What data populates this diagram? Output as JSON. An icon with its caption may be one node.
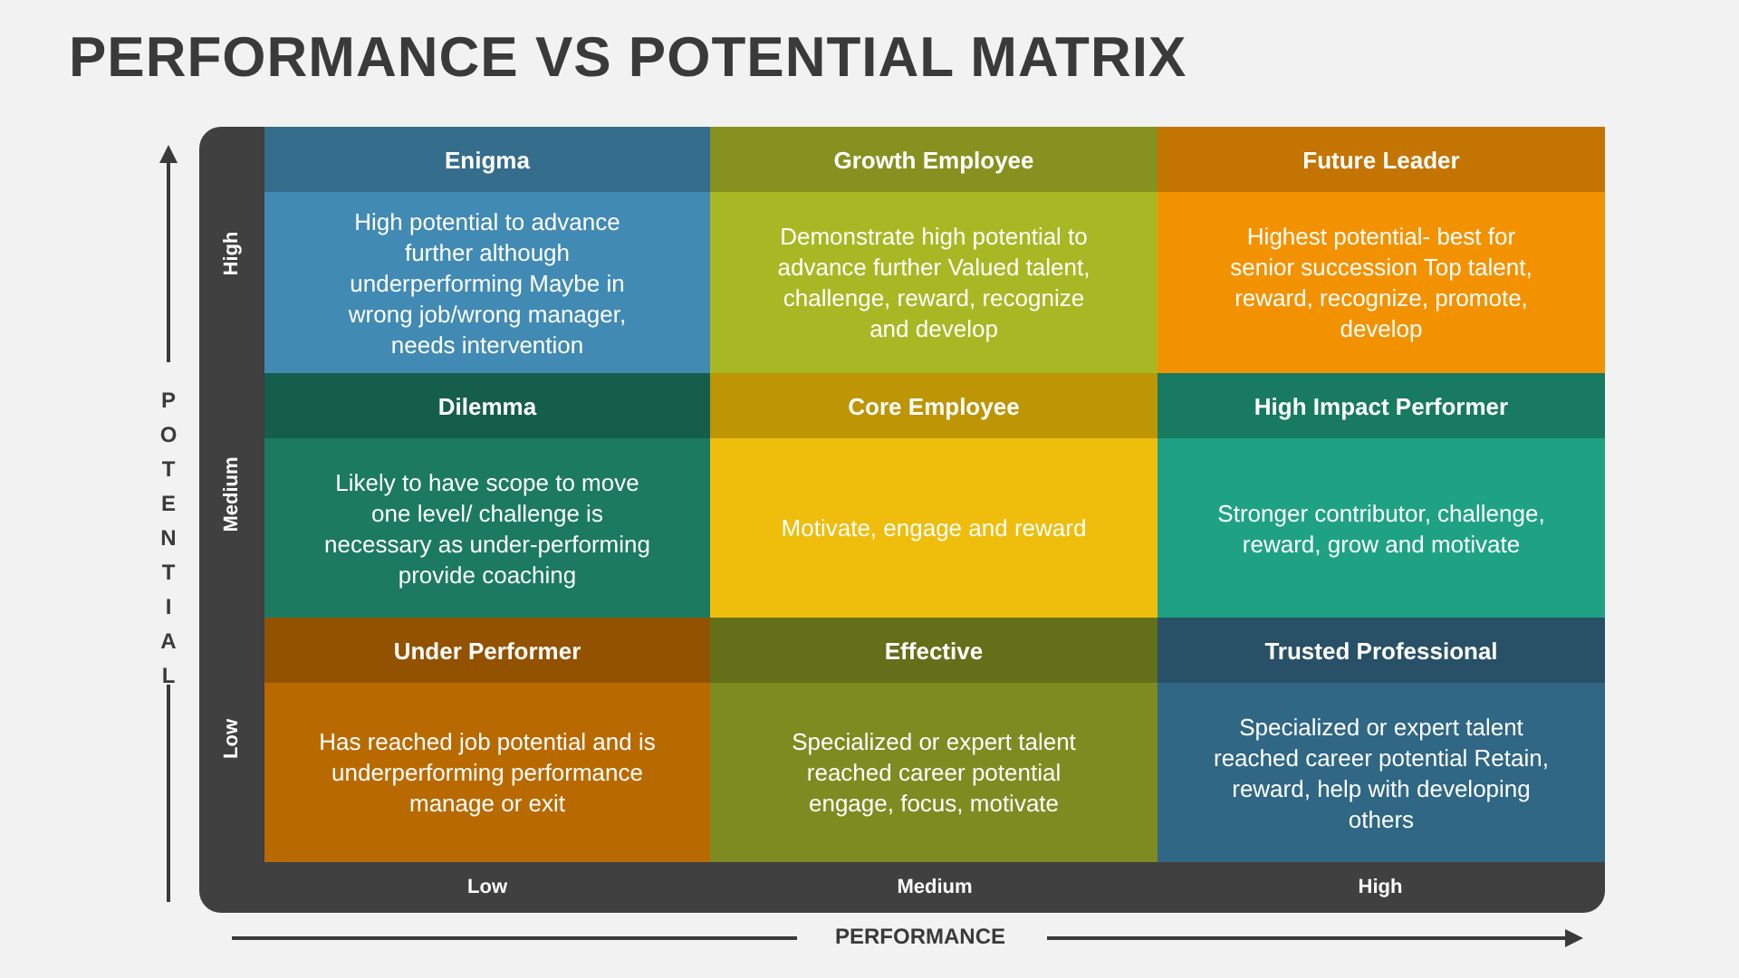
{
  "diagram": {
    "title": "PERFORMANCE VS POTENTIAL MATRIX",
    "nodes": [
      {
        "text": [
          "Enigma",
          "High potential to advance further although underperforming Maybe in wrong job/wrong manager, needs intervention"
        ]
      },
      {
        "text": [
          "Growth Employee",
          "Demonstrate high potential to advance further Valued talent, challenge, reward, recognize and develop"
        ]
      },
      {
        "text": [
          "Future Leader",
          "Highest potential- best for senior succession Top talent, reward, recognize, promote, develop"
        ]
      },
      {
        "text": [
          "Dilemma",
          "Likely to have scope to move one level/ challenge is necessary as under-performing provide coaching"
        ]
      },
      {
        "text": [
          "Core Employee",
          "Motivate, engage and reward"
        ]
      },
      {
        "text": [
          "High Impact Performer",
          "Stronger contributor, challenge, reward, grow and motivate"
        ]
      },
      {
        "text": [
          "Under Performer",
          "Has reached job potential and is underperforming performance manage or exit"
        ]
      },
      {
        "text": [
          "Effective",
          "Specialized or expert talent reached career potential engage, focus, motivate"
        ]
      },
      {
        "text": [
          "Trusted Professional",
          "Specialized or expert talent reached career potential Retain, reward, help with developing others"
        ]
      }
    ],
    "labels": [
      "POTENTIAL",
      "High",
      "Medium",
      "Low",
      "Low",
      "Medium",
      "High",
      "PERFORMANCE"
    ]
  }
}
